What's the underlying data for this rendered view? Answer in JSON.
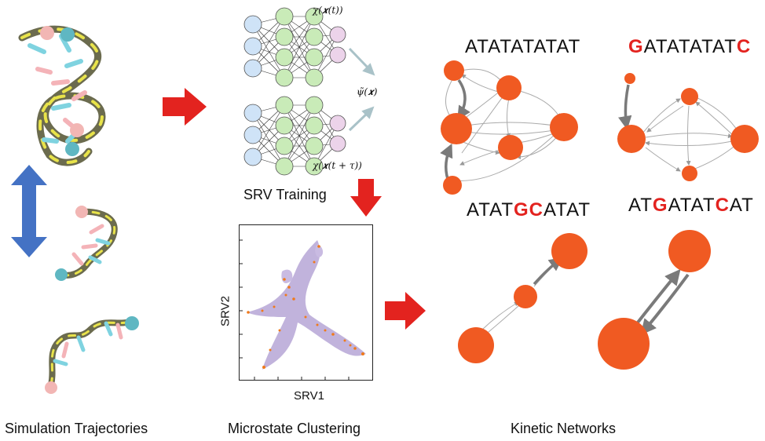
{
  "captions": {
    "simulation": "Simulation Trajectories",
    "clustering": "Microstate Clustering",
    "kinetic": "Kinetic Networks",
    "srv_training": "SRV Training"
  },
  "nn": {
    "top_output": "χ(𝒙(t))",
    "bottom_output": "χ(𝒙(t + τ))",
    "combined": "ψ̃(𝒙)"
  },
  "plot": {
    "xlabel": "SRV1",
    "ylabel": "SRV2"
  },
  "sequences": {
    "s1": {
      "p1": "ATATATATAT",
      "hl": "",
      "p2": "",
      "hl2": "",
      "p3": ""
    },
    "s2": {
      "p1": "",
      "hl": "G",
      "p2": "ATATATAT",
      "hl2": "C",
      "p3": ""
    },
    "s3": {
      "p1": "ATAT",
      "hl": "GC",
      "p2": "ATAT",
      "hl2": "",
      "p3": ""
    },
    "s4": {
      "p1": "AT",
      "hl": "G",
      "p2": "ATAT",
      "hl2": "C",
      "p3": "AT"
    }
  },
  "colors": {
    "arrow_red": "#e3231f",
    "arrow_blue": "#4472c4",
    "node": "#f05a22",
    "highlight": "#e3231f"
  }
}
